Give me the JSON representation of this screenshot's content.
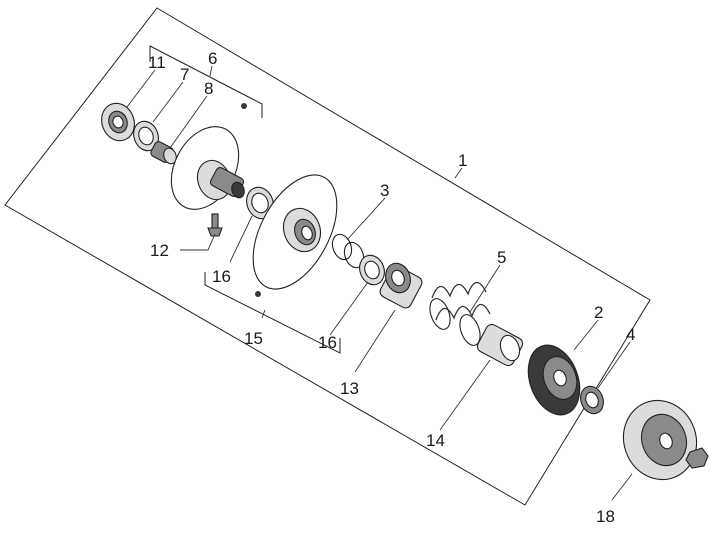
{
  "diagram": {
    "callouts": {
      "c1": "1",
      "c2": "2",
      "c3": "3",
      "c4": "4",
      "c5": "5",
      "c6": "6",
      "c7": "7",
      "c8": "8",
      "c11": "11",
      "c12": "12",
      "c13": "13",
      "c14": "14",
      "c15": "15",
      "c16a": "16",
      "c16b": "16",
      "c18": "18"
    }
  }
}
